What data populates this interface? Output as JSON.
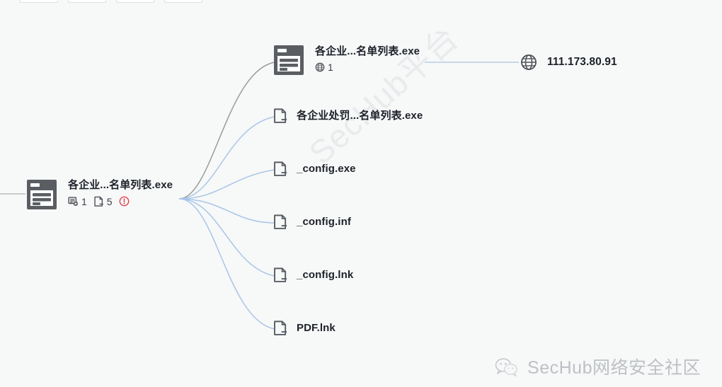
{
  "app": {
    "background_color": "#f7f8f8",
    "toolbar": {
      "buttons": [
        {
          "label": ""
        },
        {
          "label": ""
        },
        {
          "label": ""
        },
        {
          "label": ""
        }
      ]
    }
  },
  "graph": {
    "type": "process-tree",
    "root": {
      "id": "root",
      "label": "各企业...名单列表.exe",
      "icon": "executable-window-icon",
      "meta": [
        {
          "icon": "network-add-icon",
          "count": "1"
        },
        {
          "icon": "file-drop-icon",
          "count": "5"
        },
        {
          "icon": "alert-circle-icon",
          "count": ""
        }
      ]
    },
    "children": [
      {
        "id": "child-0",
        "label": "各企业...名单列表.exe",
        "icon": "executable-window-icon",
        "meta": [
          {
            "icon": "globe-icon",
            "count": "1"
          }
        ],
        "edge_color": "#9a9a9a"
      },
      {
        "id": "child-1",
        "label": "各企业处罚...名单列表.exe",
        "icon": "file-drop-icon",
        "meta": [],
        "edge_color": "#a8c6e8"
      },
      {
        "id": "child-2",
        "label": "_config.exe",
        "icon": "file-drop-icon",
        "meta": [],
        "edge_color": "#a8c6e8"
      },
      {
        "id": "child-3",
        "label": "_config.inf",
        "icon": "file-drop-icon",
        "meta": [],
        "edge_color": "#a8c6e8"
      },
      {
        "id": "child-4",
        "label": "_config.lnk",
        "icon": "file-drop-icon",
        "meta": [],
        "edge_color": "#a8c6e8"
      },
      {
        "id": "child-5",
        "label": "PDF.lnk",
        "icon": "file-drop-icon",
        "meta": [],
        "edge_color": "#a8c6e8"
      }
    ],
    "network_node": {
      "id": "ip",
      "label": "111.173.80.91",
      "icon": "globe-icon",
      "edge_color": "#b9cde4"
    }
  },
  "watermarks": {
    "diagonal_text": "SecHub平台",
    "brand_text": "SecHub网络安全社区",
    "brand_icon": "wechat-icon"
  },
  "colors": {
    "node_icon_dark": "#5a5e63",
    "label_text": "#1d2129",
    "edge_blue": "#a8c6e8",
    "edge_gray": "#9a9a9a",
    "alert_red": "#e6404a",
    "watermark_gray": "#e8eaec"
  }
}
